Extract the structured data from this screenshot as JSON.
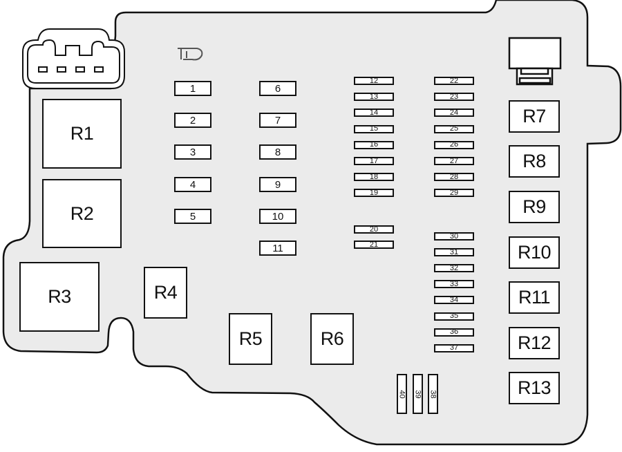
{
  "fuses": [
    "1",
    "2",
    "3",
    "4",
    "5",
    "6",
    "7",
    "8",
    "9",
    "10",
    "11",
    "12",
    "13",
    "14",
    "15",
    "16",
    "17",
    "18",
    "19",
    "20",
    "21",
    "22",
    "23",
    "24",
    "25",
    "26",
    "27",
    "28",
    "29",
    "30",
    "31",
    "32",
    "33",
    "34",
    "35",
    "36",
    "37",
    "38",
    "39",
    "40"
  ],
  "relays": [
    "R1",
    "R2",
    "R3",
    "R4",
    "R5",
    "R6",
    "R7",
    "R8",
    "R9",
    "R10",
    "R11",
    "R12",
    "R13"
  ],
  "colors": {
    "housing": "#ebebeb",
    "outline": "#111111",
    "slot": "#ffffff"
  }
}
